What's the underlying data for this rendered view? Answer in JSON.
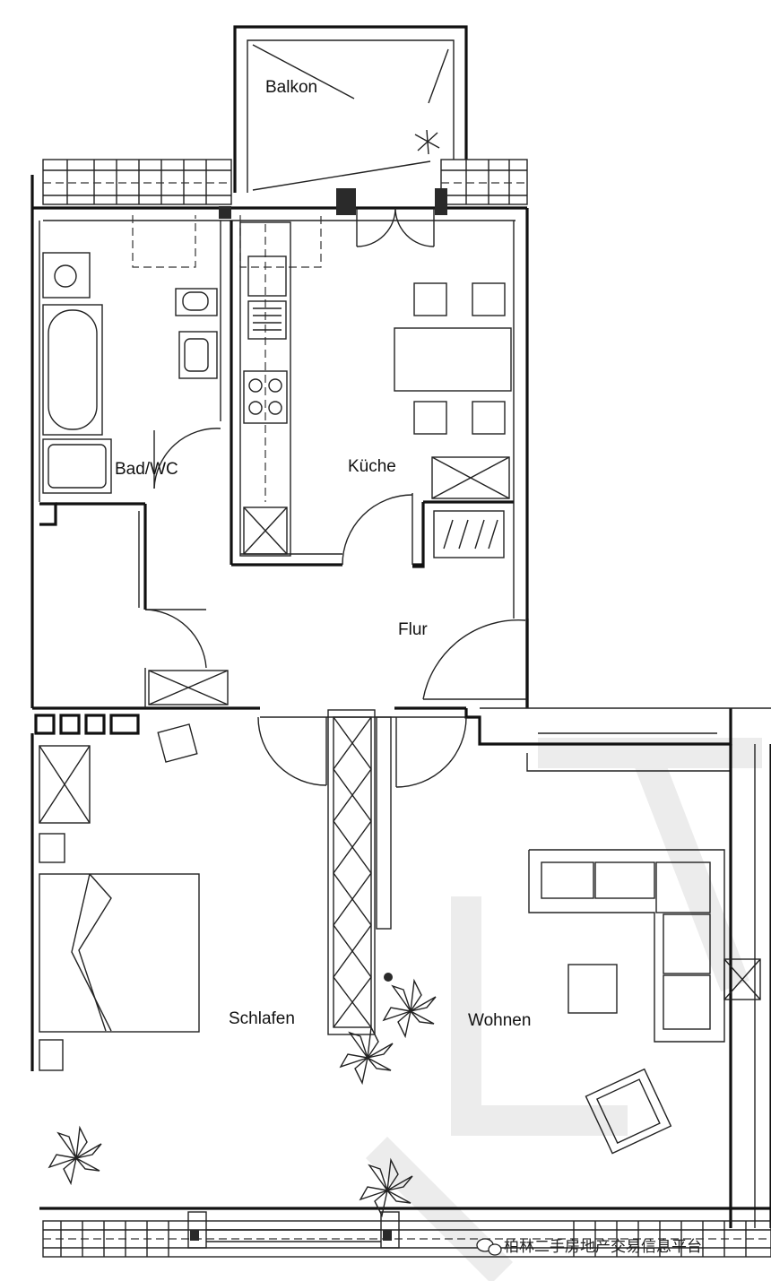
{
  "rooms": {
    "balkon": "Balkon",
    "bad_wc": "Bad/WC",
    "kueche": "Küche",
    "flur": "Flur",
    "schlafen": "Schlafen",
    "wohnen": "Wohnen"
  },
  "watermark": {
    "text": "柏林二手房地产交易信息平台",
    "icon": "wechat-icon"
  },
  "colors": {
    "ink": "#111111",
    "paper": "#ffffff",
    "watermark": "#ececec"
  }
}
